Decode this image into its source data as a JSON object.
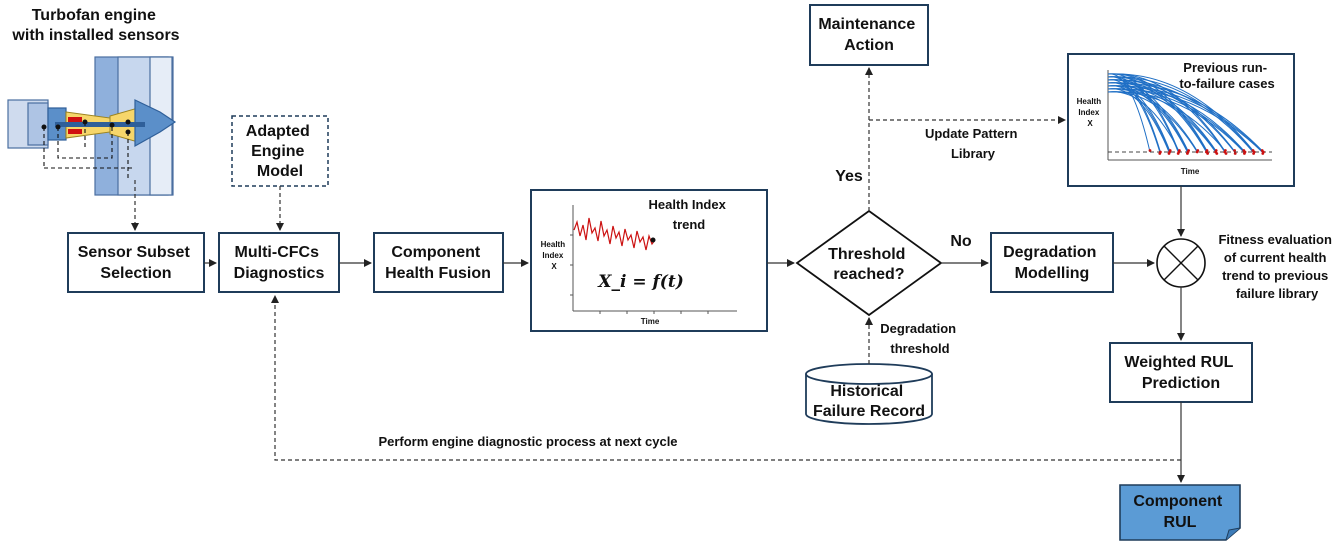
{
  "engine": {
    "label_line1": "Turbofan engine",
    "label_line2": "with installed sensors"
  },
  "nodes": {
    "sensor_subset": {
      "line1": "Sensor Subset",
      "line2": "Selection"
    },
    "adapted_model": {
      "line1": "Adapted",
      "line2": "Engine",
      "line3": "Model"
    },
    "multi_cfcs": {
      "line1": "Multi-CFCs",
      "line2": "Diagnostics"
    },
    "component_health_fusion": {
      "line1": "Component",
      "line2": "Health Fusion"
    },
    "threshold": {
      "line1": "Threshold",
      "line2": "reached?"
    },
    "maintenance": {
      "line1": "Maintenance",
      "line2": "Action"
    },
    "degradation_modelling": {
      "line1": "Degradation",
      "line2": "Modelling"
    },
    "historical": {
      "line1": "Historical",
      "line2": "Failure Record"
    },
    "weighted_rul": {
      "line1": "Weighted RUL",
      "line2": "Prediction"
    },
    "component_rul": {
      "line1": "Component",
      "line2": "RUL"
    }
  },
  "health_plot": {
    "title_line1": "Health Index",
    "title_line2": "trend",
    "ylabel_line1": "Health",
    "ylabel_line2": "Index",
    "ylabel_line3": "X",
    "xlabel": "Time",
    "formula": "X_i = f(t)"
  },
  "pattern_plot": {
    "title_line1": "Previous run-",
    "title_line2": "to-failure cases",
    "ylabel_line1": "Health",
    "ylabel_line2": "Index",
    "ylabel_line3": "X",
    "xlabel": "Time"
  },
  "edge_labels": {
    "yes": "Yes",
    "no": "No",
    "update_line1": "Update Pattern",
    "update_line2": "Library",
    "degradation_line1": "Degradation",
    "degradation_line2": "threshold",
    "fitness_line1": "Fitness evaluation",
    "fitness_line2": "of current health",
    "fitness_line3": "trend to previous",
    "fitness_line4": "failure library",
    "feedback": "Perform engine diagnostic process at next cycle"
  },
  "colors": {
    "box_border": "#1f3c5a",
    "rul_fill": "#5b9bd5",
    "trend_line": "#cc1111",
    "pattern_lines": "#1f6fc5",
    "engine_blue": "#5b8fc9",
    "engine_yellow": "#f6d66a"
  }
}
